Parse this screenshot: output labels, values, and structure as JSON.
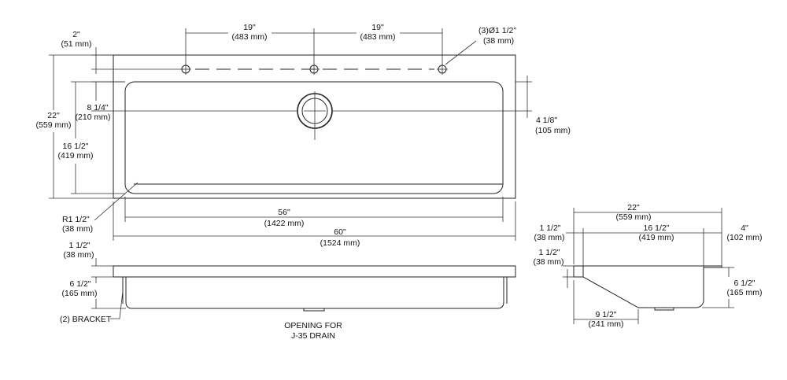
{
  "top_view": {
    "spacing_left_in": "19\"",
    "spacing_left_mm": "(483 mm)",
    "spacing_right_in": "19\"",
    "spacing_right_mm": "(483 mm)",
    "holes_in": "(3)Ø1 1/2\"",
    "holes_mm": "(38 mm)",
    "top_margin_in": "2\"",
    "top_margin_mm": "(51 mm)",
    "depth_in": "22\"",
    "depth_mm": "(559 mm)",
    "drain_offset_in": "8 1/4\"",
    "drain_offset_mm": "(210 mm)",
    "bowl_depth_in": "16 1/2\"",
    "bowl_depth_mm": "(419 mm)",
    "right_offset_in": "4 1/8\"",
    "right_offset_mm": "(105 mm)",
    "radius_in": "R1 1/2\"",
    "radius_mm": "(38 mm)",
    "bowl_width_in": "56\"",
    "bowl_width_mm": "(1422 mm)",
    "overall_width_in": "60\"",
    "overall_width_mm": "(1524 mm)"
  },
  "front_view": {
    "rim_in": "1 1/2\"",
    "rim_mm": "(38 mm)",
    "height_in": "6 1/2\"",
    "height_mm": "(165 mm)",
    "bracket": "(2) BRACKET",
    "drain_line1": "OPENING FOR",
    "drain_line2": "J-35 DRAIN"
  },
  "side_view": {
    "depth_in": "22\"",
    "depth_mm": "(559 mm)",
    "bowl_in": "16 1/2\"",
    "bowl_mm": "(419 mm)",
    "back_in": "4\"",
    "back_mm": "(102 mm)",
    "top_in": "1 1/2\"",
    "top_mm": "(38 mm)",
    "rim_in": "1 1/2\"",
    "rim_mm": "(38 mm)",
    "height_in": "6 1/2\"",
    "height_mm": "(165 mm)",
    "slope_in": "9 1/2\"",
    "slope_mm": "(241 mm)"
  }
}
